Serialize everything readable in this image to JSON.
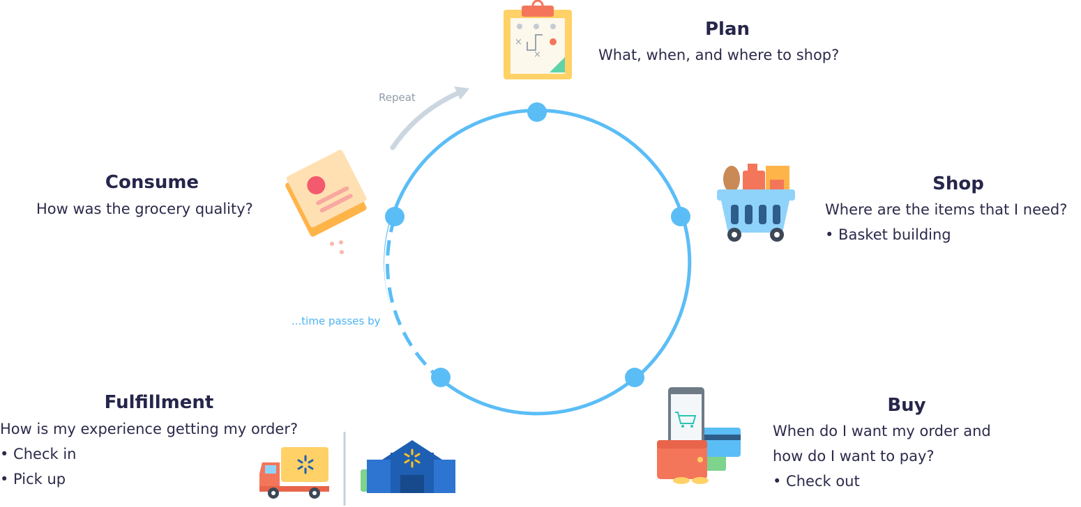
{
  "stages": {
    "plan": {
      "title": "Plan",
      "lines": [
        "What, when, and where to shop?"
      ]
    },
    "shop": {
      "title": "Shop",
      "lines": [
        "Where are the items that I need?",
        "• Basket building"
      ]
    },
    "buy": {
      "title": "Buy",
      "lines": [
        "When do I want my order and",
        "how do I want to pay?",
        "• Check out"
      ]
    },
    "fulfillment": {
      "title": "Fulfillment",
      "lines": [
        "How is my experience getting my order?",
        "• Check in",
        "• Pick up"
      ]
    },
    "consume": {
      "title": "Consume",
      "lines": [
        "How was the grocery quality?"
      ]
    }
  },
  "cycle": {
    "repeat_label": "Repeat",
    "gap_label": "...time passes by"
  },
  "colors": {
    "cycle_blue": "#5bbdf6",
    "arrow_grey": "#ccd6e0",
    "title_text": "#26254a",
    "body_text": "#2b2a4a",
    "walmart_blue": "#1e5fb3",
    "walmart_yellow": "#ffc220"
  },
  "icons": [
    "clipboard-icon",
    "shopping-basket-icon",
    "phone-wallet-icon",
    "delivery-truck-icon",
    "walmart-store-icon",
    "food-box-icon"
  ]
}
